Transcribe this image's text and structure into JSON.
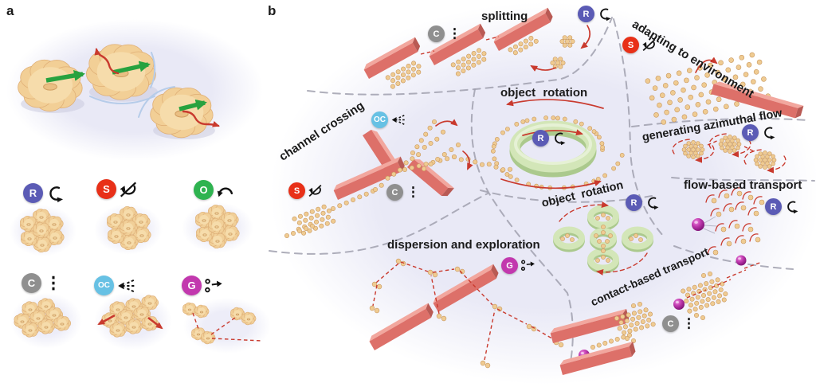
{
  "figure_labels": {
    "a": "a",
    "b": "b"
  },
  "badges": {
    "R": {
      "letter": "R",
      "color": "#5b5bb5",
      "icon": "rotate-clockwise"
    },
    "S": {
      "letter": "S",
      "color": "#e83018",
      "icon": "rotation-crossed"
    },
    "O": {
      "letter": "O",
      "color": "#2eb350",
      "icon": "oscillation-arc"
    },
    "C": {
      "letter": "C",
      "color": "#8f8f8f",
      "icon": "static-dashed-line"
    },
    "OC": {
      "letter": "OC",
      "color": "#67c1e4",
      "icon": "converging-dashed-arrows"
    },
    "G": {
      "letter": "G",
      "color": "#c238ae",
      "icon": "gradient-dots-arrow"
    }
  },
  "behavior_labels": {
    "splitting": "splitting",
    "adapting": "adapting to environment",
    "object_rotation_ring": "object rotation",
    "channel_crossing": "channel crossing",
    "azimuthal_flow": "generating azimuthal flow",
    "flow_transport": "flow-based transport",
    "object_rotation_clover": "object rotation",
    "dispersion": "dispersion and exploration",
    "contact_transport": "contact-based transport"
  },
  "colors": {
    "robot": "#efcb92",
    "robot_edge": "#c9985e",
    "wall_front": "#dd7069",
    "wall_top": "#f2a79e",
    "wall_side": "#b95a54",
    "ring_green": "#d3e6b8",
    "ring_green_dark": "#abc98d",
    "cargo_magenta": "#b5289e",
    "arena_lavender": "#e9e9f6",
    "arrow_red": "#c93a2e",
    "arrow_green": "#27a23f",
    "boundary_gray": "#a0a0ae",
    "rotation_arc_blue": "#b6cce9"
  }
}
